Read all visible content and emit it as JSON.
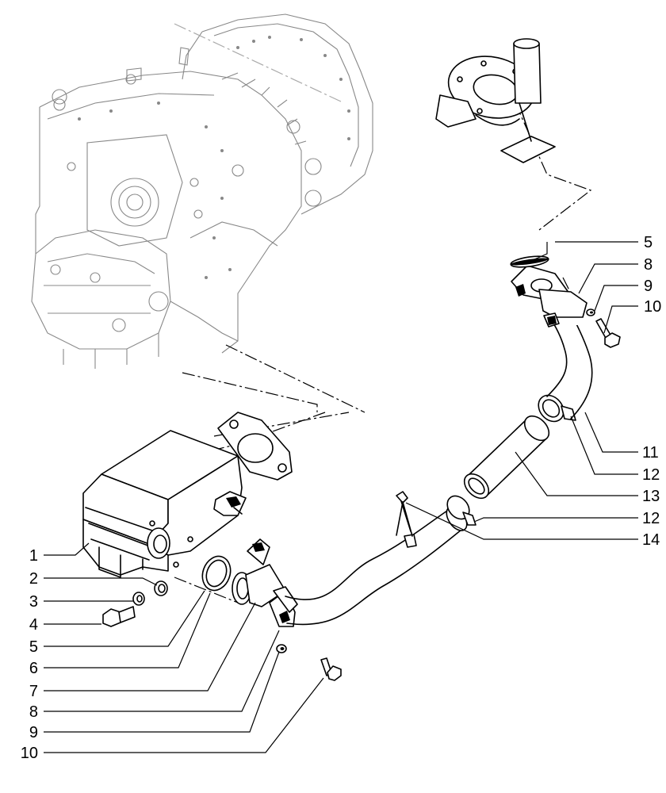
{
  "callouts_left": [
    {
      "id": "c-l-1",
      "text": "1"
    },
    {
      "id": "c-l-2",
      "text": "2"
    },
    {
      "id": "c-l-3",
      "text": "3"
    },
    {
      "id": "c-l-4",
      "text": "4"
    },
    {
      "id": "c-l-5",
      "text": "5"
    },
    {
      "id": "c-l-6",
      "text": "6"
    },
    {
      "id": "c-l-7",
      "text": "7"
    },
    {
      "id": "c-l-8",
      "text": "8"
    },
    {
      "id": "c-l-9",
      "text": "9"
    },
    {
      "id": "c-l-10",
      "text": "10"
    }
  ],
  "callouts_right": [
    {
      "id": "c-r-5",
      "text": "5"
    },
    {
      "id": "c-r-8",
      "text": "8"
    },
    {
      "id": "c-r-9",
      "text": "9"
    },
    {
      "id": "c-r-10",
      "text": "10"
    },
    {
      "id": "c-r-11",
      "text": "11"
    },
    {
      "id": "c-r-12a",
      "text": "12"
    },
    {
      "id": "c-r-13",
      "text": "13"
    },
    {
      "id": "c-r-12b",
      "text": "12"
    },
    {
      "id": "c-r-14",
      "text": "14"
    }
  ]
}
